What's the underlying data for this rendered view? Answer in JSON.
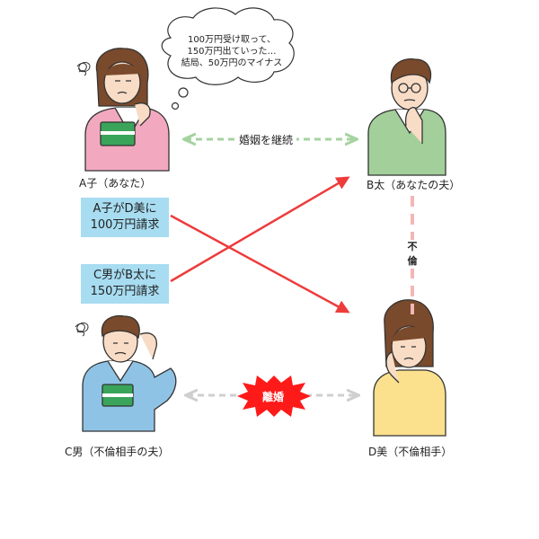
{
  "people": {
    "a": {
      "label": "A子（あなた）"
    },
    "b": {
      "label": "B太（あなたの夫）"
    },
    "c": {
      "label": "C男（不倫相手の夫）"
    },
    "d": {
      "label": "D美（不倫相手）"
    }
  },
  "thought": {
    "line1": "100万円受け取って、",
    "line2": "150万円出ていった…",
    "line3": "結局、50万円のマイナス"
  },
  "relations": {
    "marriage_continue": "婚姻を継続",
    "divorce": "離婚",
    "affair_line1": "不",
    "affair_line2": "倫"
  },
  "claims": {
    "a_to_d": {
      "line1": "A子がD美に",
      "line2": "100万円請求"
    },
    "c_to_b": {
      "line1": "C男がB太に",
      "line2": "150万円請求"
    }
  },
  "colors": {
    "claim_box": "#a7dcf1",
    "claim_arrow": "#ee3b3b",
    "marriage_line": "#a5d3a0",
    "divorce_line": "#cfcfcf",
    "affair_line": "#f4b6b6",
    "divorce_burst": "#ff1a1a"
  }
}
